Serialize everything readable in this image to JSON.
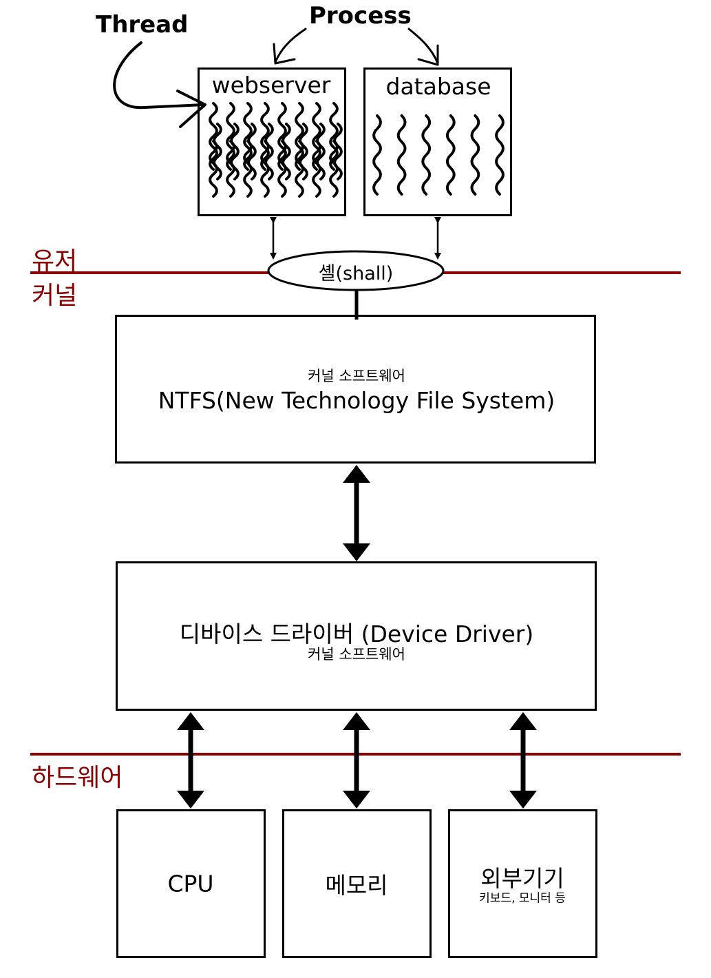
{
  "labels": {
    "thread": "Thread",
    "process": "Process",
    "webserver": "webserver",
    "database": "database",
    "shell": "셸(shall)"
  },
  "layers": {
    "user": "유저",
    "kernel": "커널",
    "hardware": "하드웨어"
  },
  "ntfs": {
    "caption": "커널 소프트웨어",
    "title": "NTFS(New Technology File System)"
  },
  "driver": {
    "title": "디바이스 드라이버 (Device Driver)",
    "caption": "커널 소프트웨어"
  },
  "hardware": {
    "cpu": "CPU",
    "memory": "메모리",
    "external": "외부기기",
    "external_caption": "키보드, 모니터 등"
  },
  "colors": {
    "layer_line": "#8b0000",
    "layer_text": "#8b0000",
    "stroke": "#000000"
  },
  "threads": {
    "webserver_count": 24,
    "database_count": 6
  }
}
